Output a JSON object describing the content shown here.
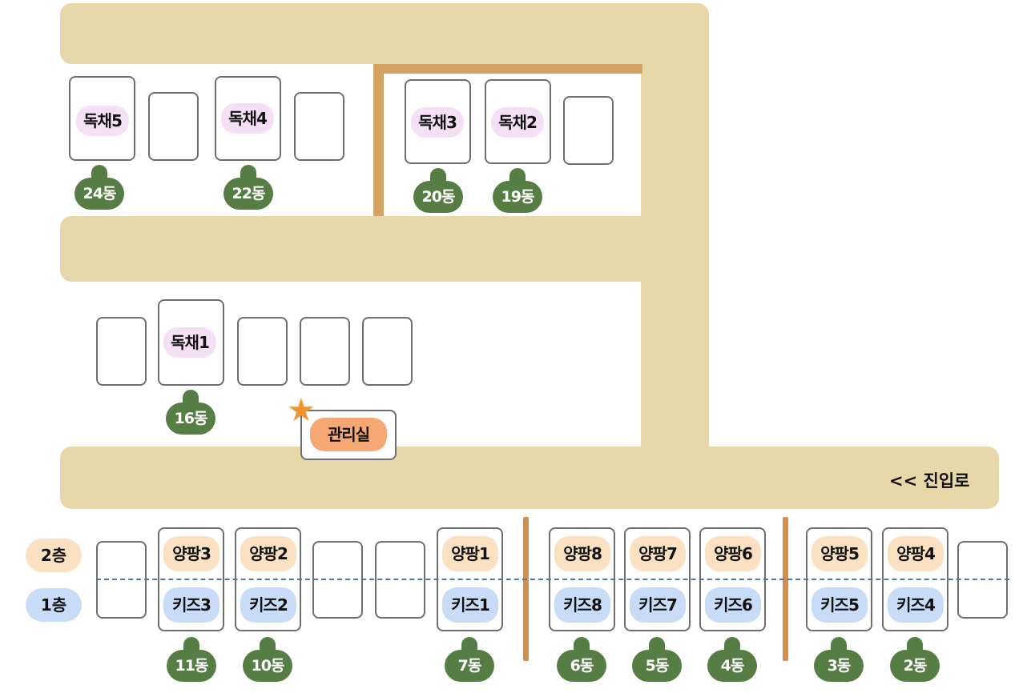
{
  "colors": {
    "road": "#e8d8a9",
    "wall": "#d6a262",
    "badge_green": "#567e44",
    "detached_pill": "#f3e0f5",
    "floor2_pill": "#fbe0c2",
    "floor1_pill": "#c9dcf7",
    "office_pill": "#f6a874"
  },
  "entrance": {
    "arrow": "<<",
    "label": "진입로"
  },
  "office": {
    "label": "관리실",
    "icon": "star-icon"
  },
  "floors": {
    "second": "2층",
    "first": "1층"
  },
  "detached_units": [
    {
      "name": "독채5",
      "building": "24동"
    },
    {
      "name": "독채4",
      "building": "22동"
    },
    {
      "name": "독채3",
      "building": "20동"
    },
    {
      "name": "독채2",
      "building": "19동"
    },
    {
      "name": "독채1",
      "building": "16동"
    }
  ],
  "stacked_units": [
    {
      "upper": "양팡3",
      "lower": "키즈3",
      "building": "11동"
    },
    {
      "upper": "양팡2",
      "lower": "키즈2",
      "building": "10동"
    },
    {
      "upper": "양팡1",
      "lower": "키즈1",
      "building": "7동"
    },
    {
      "upper": "양팡8",
      "lower": "키즈8",
      "building": "6동"
    },
    {
      "upper": "양팡7",
      "lower": "키즈7",
      "building": "5동"
    },
    {
      "upper": "양팡6",
      "lower": "키즈6",
      "building": "4동"
    },
    {
      "upper": "양팡5",
      "lower": "키즈5",
      "building": "3동"
    },
    {
      "upper": "양팡4",
      "lower": "키즈4",
      "building": "2동"
    }
  ]
}
